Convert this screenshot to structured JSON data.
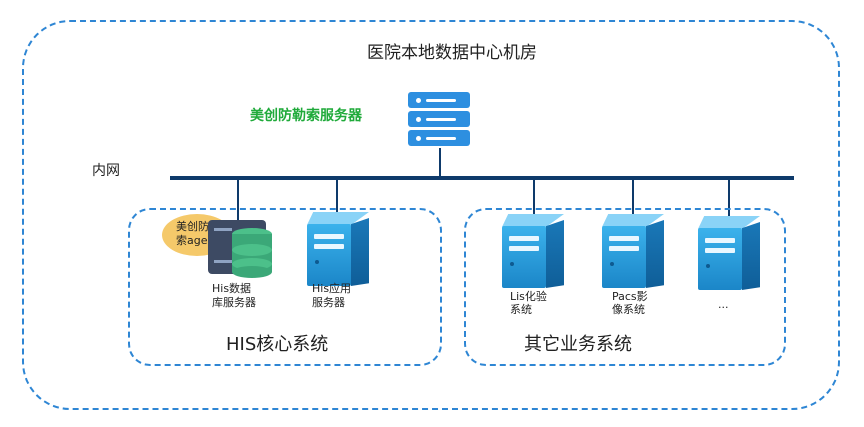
{
  "diagram": {
    "title": "医院本地数据中心机房",
    "ransomware_server_label": "美创防勒索服务器",
    "network_label": "内网",
    "agent_label_line1": "美创防勒",
    "agent_label_line2": "索agent",
    "groups": [
      {
        "label": "HIS核心系统",
        "servers": [
          {
            "line1": "His数据",
            "line2": "库服务器"
          },
          {
            "line1": "His应用",
            "line2": "服务器"
          }
        ]
      },
      {
        "label": "其它业务系统",
        "servers": [
          {
            "line1": "Lis化验",
            "line2": "系统"
          },
          {
            "line1": "Pacs影",
            "line2": "像系统"
          },
          {
            "line1": "...",
            "line2": ""
          }
        ]
      }
    ],
    "colors": {
      "frame": "#2e86d4",
      "bus": "#0e3a6b",
      "ransomware_text": "#1faa3a",
      "server_blue": "#1b86c8",
      "db_green": "#4cc08a",
      "agent_badge": "#f5c96a"
    }
  }
}
